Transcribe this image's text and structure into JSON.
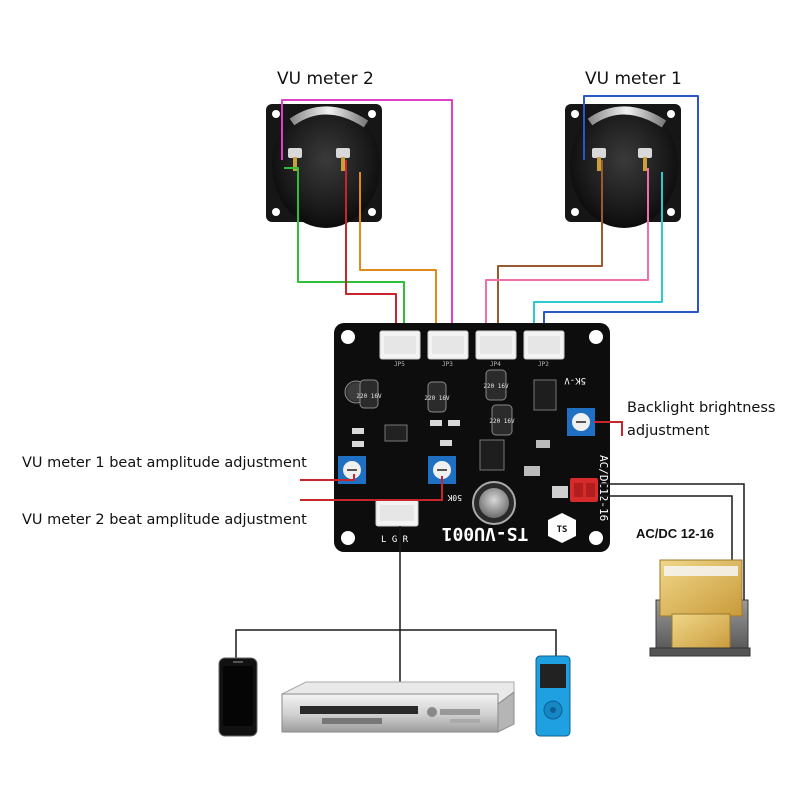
{
  "labels": {
    "vu_meter_2": "VU meter 2",
    "vu_meter_1": "VU meter 1",
    "backlight_line1": "Backlight brightness",
    "backlight_line2": "adjustment",
    "vu1_adjust": "VU meter 1 beat amplitude adjustment",
    "vu2_adjust": "VU meter 2 beat amplitude adjustment",
    "power": "AC/DC 12-16"
  },
  "board": {
    "model": "TS-VU001",
    "power_marking": "AC/DC12-16",
    "pot_marking_left": "50K",
    "pot_marking_right": "5K-V",
    "audio_pins": "L G R",
    "connectors": [
      "JP5",
      "JP3",
      "JP4",
      "JP2"
    ],
    "caps": [
      "220 16V",
      "220 16V",
      "220 16V",
      "220 16V"
    ]
  },
  "wire_colors": {
    "green": "#2fbf3a",
    "orange": "#e08a1e",
    "red": "#c8262c",
    "magenta": "#e040c8",
    "brown": "#9b5a2e",
    "pink": "#ef6fa8",
    "cyan": "#2cc9cf",
    "blue": "#2b56c8",
    "black": "#1a1a1a"
  }
}
